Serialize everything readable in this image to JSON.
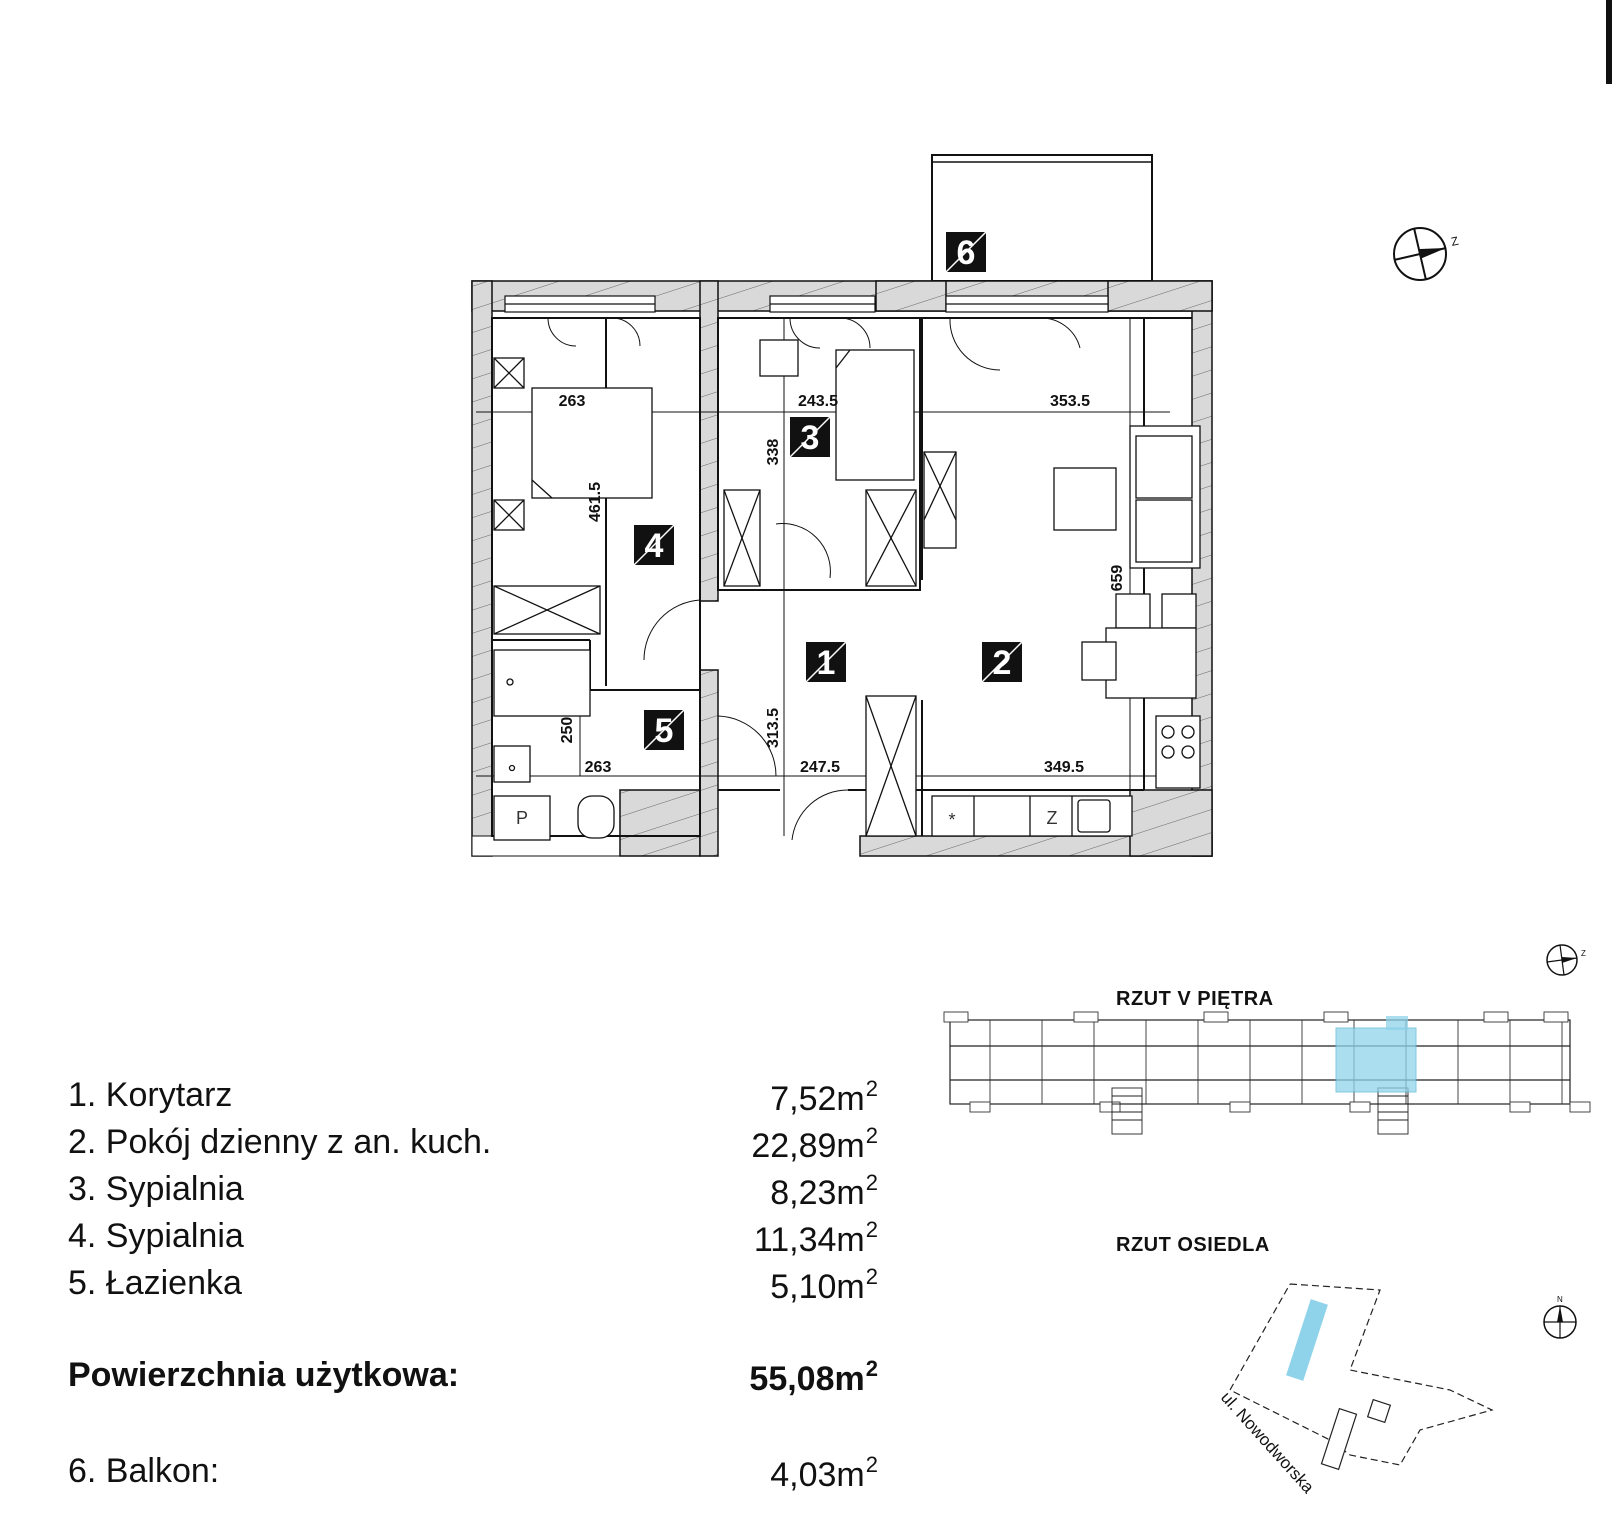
{
  "plan": {
    "dimensions": [
      "263",
      "243.5",
      "353.5",
      "338",
      "461.5",
      "659",
      "250",
      "313.5",
      "263",
      "247.5",
      "349.5"
    ],
    "room_tags": [
      "1",
      "2",
      "3",
      "4",
      "5",
      "6"
    ],
    "fixture_labels": {
      "p": "P",
      "z": "Z",
      "star": "*"
    }
  },
  "compass_letter": "Z",
  "compass_letter_north": "N",
  "rooms": [
    {
      "name": "1. Korytarz",
      "area": "7,52m",
      "unit_sup": "2"
    },
    {
      "name": "2. Pokój dzienny z an. kuch.",
      "area": "22,89m",
      "unit_sup": "2"
    },
    {
      "name": "3. Sypialnia",
      "area": "8,23m",
      "unit_sup": "2"
    },
    {
      "name": "4. Sypialnia",
      "area": "11,34m",
      "unit_sup": "2"
    },
    {
      "name": "5. Łazienka",
      "area": "5,10m",
      "unit_sup": "2"
    }
  ],
  "total": {
    "label": "Powierzchnia użytkowa:",
    "area": "55,08m",
    "unit_sup": "2"
  },
  "balcony": {
    "label": "6. Balkon:",
    "area": "4,03m",
    "unit_sup": "2"
  },
  "floor_plan_title": "RZUT V PIĘTRA",
  "site_plan_title": "RZUT OSIEDLA",
  "street_label": "ul. Nowodworska",
  "colors": {
    "highlight": "#8fd3ea",
    "ink": "#111111",
    "hatch": "#555555"
  }
}
